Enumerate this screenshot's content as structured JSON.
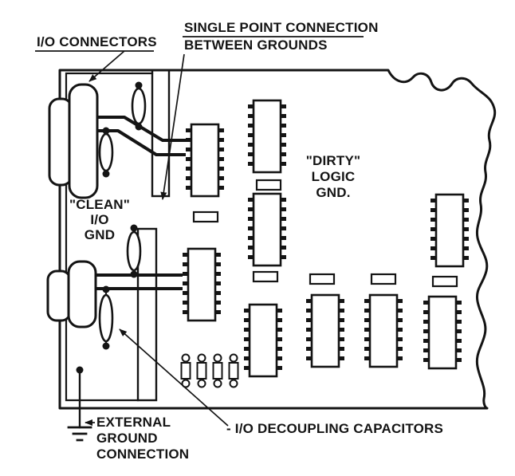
{
  "colors": {
    "ink": "#141414",
    "paper": "#ffffff"
  },
  "labels": {
    "io_connectors": "I/O CONNECTORS",
    "single_point_line1": "SINGLE POINT CONNECTION",
    "single_point_line2": "BETWEEN GROUNDS",
    "dirty_gnd_line1": "\"DIRTY\"",
    "dirty_gnd_line2": "LOGIC",
    "dirty_gnd_line3": "GND.",
    "clean_gnd_line1": "\"CLEAN\"",
    "clean_gnd_line2": "I/O",
    "clean_gnd_line3": "GND",
    "external_line1": "EXTERNAL",
    "external_line2": "GROUND",
    "external_line3": "CONNECTION",
    "decoupling_caps": "- I/O DECOUPLING CAPACITORS"
  }
}
